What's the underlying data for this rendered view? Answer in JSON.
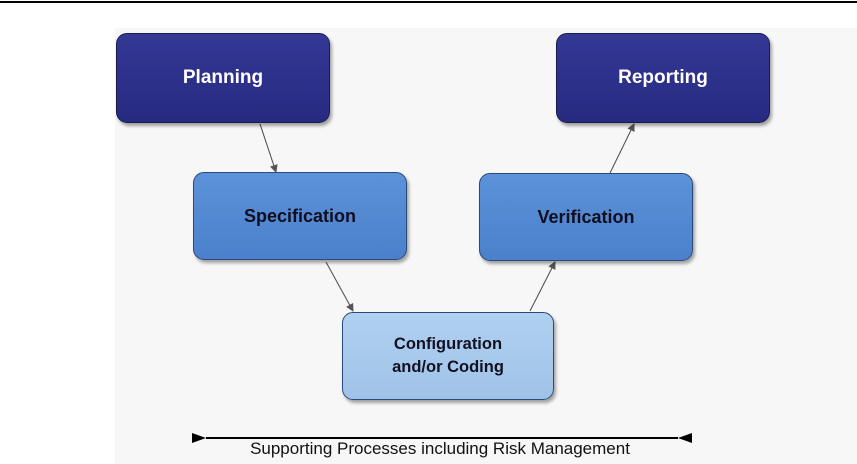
{
  "nodes": {
    "planning": "Planning",
    "reporting": "Reporting",
    "specification": "Specification",
    "verification": "Verification",
    "configuration_line1": "Configuration",
    "configuration_line2": "and/or Coding"
  },
  "supporting_processes": "Supporting Processes including Risk Management",
  "colors": {
    "top_level": "#2c3089",
    "mid_level": "#5588d2",
    "bottom_level": "#a6c8ec",
    "arrows": "#555555"
  }
}
